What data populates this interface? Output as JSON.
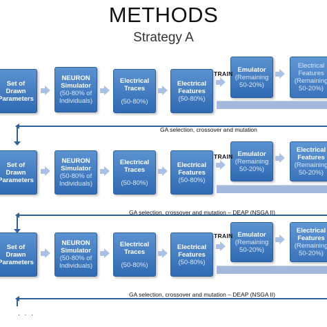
{
  "title": "METHODS",
  "subtitle": "Strategy A",
  "rows": [
    {
      "set": [
        "Set of",
        "Drawn",
        "Parameters"
      ],
      "neuron": [
        "NEURON",
        "Simulator"
      ],
      "neuron_note": [
        "(50-80% of",
        "Individuals)"
      ],
      "traces": [
        "Electrical",
        "Traces"
      ],
      "traces_note": "(50-80%)",
      "features": [
        "Electrical",
        "Features"
      ],
      "features_note": "(50-80%)",
      "train": "TRAIN",
      "emulator": "Emulator",
      "emulator_note": [
        "(Remaining",
        "50-20%)"
      ],
      "ef": [
        "Electrical",
        "Features"
      ],
      "ef_note": [
        "(Remaining",
        "50-20%)"
      ]
    },
    {
      "set": [
        "Set of",
        "Drawn",
        "Parameters"
      ],
      "neuron": [
        "NEURON",
        "Simulator"
      ],
      "neuron_note": [
        "(50-80% of",
        "Individuals)"
      ],
      "traces": [
        "Electrical",
        "Traces"
      ],
      "traces_note": "(50-80%)",
      "features": [
        "Electrical",
        "Features"
      ],
      "features_note": "(50-80%)",
      "train": "TRAIN",
      "emulator": "Emulator",
      "emulator_note": [
        "(Remaining",
        "50-20%)"
      ],
      "ef": [
        "Electrical",
        "Features"
      ],
      "ef_note": [
        "(Remaining",
        "50-20%)"
      ]
    },
    {
      "set": [
        "Set of",
        "Drawn",
        "Parameters"
      ],
      "neuron": [
        "NEURON",
        "Simulator"
      ],
      "neuron_note": [
        "(50-80% of",
        "Individuals)"
      ],
      "traces": [
        "Electrical",
        "Traces"
      ],
      "traces_note": "(50-80%)",
      "features": [
        "Electrical",
        "Features"
      ],
      "features_note": "(50-80%)",
      "train": "TRAIN",
      "emulator": "Emulator",
      "emulator_note": [
        "(Remaining",
        "50-20%)"
      ],
      "ef": [
        "Electrical",
        "Features"
      ],
      "ef_note": [
        "(Remaining",
        "50-20%)"
      ]
    }
  ],
  "loops": [
    "GA selection, crossover and mutation",
    "GA selection, crossover and mutation – DEAP (NSGA II)",
    "GA selection, crossover and mutation – DEAP (NSGA II)"
  ],
  "ellipsis": ". . ."
}
